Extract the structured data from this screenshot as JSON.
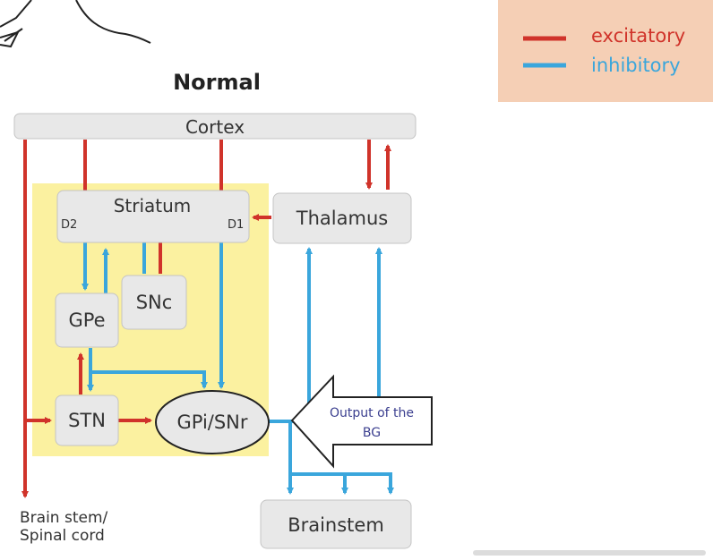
{
  "title": "Normal",
  "legend": {
    "excitatory": "excitatory",
    "inhibitory": "inhibitory"
  },
  "nodes": {
    "cortex": "Cortex",
    "striatum": "Striatum",
    "d2": "D2",
    "d1": "D1",
    "thalamus": "Thalamus",
    "gpe": "GPe",
    "snc": "SNc",
    "stn": "STN",
    "gpi": "GPi/SNr",
    "brainstem": "Brainstem",
    "spinal_line1": "Brain stem/",
    "spinal_line2": "Spinal cord"
  },
  "output_arrow": {
    "line1": "Output of the",
    "line2": "BG"
  },
  "colors": {
    "excitatory": "#d0332a",
    "inhibitory": "#3aa6dc",
    "basal_ganglia_region": "#fbf1a0",
    "legend_bg": "#f5cfb5",
    "node_fill": "#e8e8e8"
  }
}
